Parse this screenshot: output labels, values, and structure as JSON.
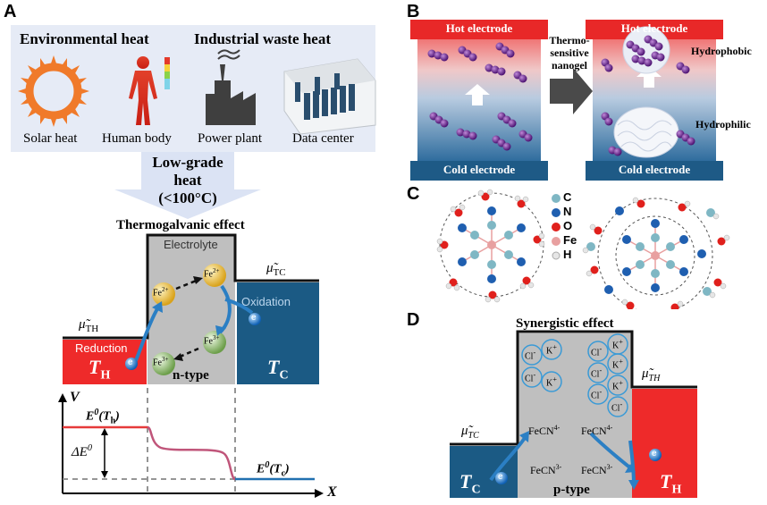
{
  "panel_a": {
    "label": "A",
    "env_heat": "Environmental heat",
    "ind_heat": "Industrial waste heat",
    "sources": [
      "Solar heat",
      "Human body",
      "Power plant",
      "Data center"
    ],
    "low_grade_1": "Low-grade",
    "low_grade_2": "heat",
    "low_grade_3": "(<100°C)",
    "effect": "Thermogalvanic effect",
    "electrolyte": "Electrolyte",
    "mu_tc": "μ̃",
    "mu_tc_sub": "TC",
    "mu_th": "μ̃",
    "mu_th_sub": "TH",
    "oxidation": "Oxidation",
    "reduction": "Reduction",
    "th": "T",
    "th_sub": "H",
    "tc": "T",
    "tc_sub": "C",
    "ntype": "n-type",
    "ions": [
      "Fe",
      "Fe",
      "Fe",
      "Fe"
    ],
    "ion_charges": [
      "2+",
      "2+",
      "3+",
      "3+"
    ],
    "electron": "e",
    "v_axis": "V",
    "x_axis": "X",
    "e0_th": "E",
    "e0_th_sup": "0",
    "e0_th_arg": "(T",
    "e0_th_arg_sub": "h",
    "e0_tc": "E",
    "e0_tc_sup": "0",
    "e0_tc_arg": "(T",
    "e0_tc_arg_sub": "c",
    "delta_e": "ΔE",
    "delta_e_sup": "0"
  },
  "panel_b": {
    "label": "B",
    "hot": "Hot electrode",
    "cold": "Cold electrode",
    "arrow_1": "Thermo-",
    "arrow_2": "sensitive",
    "arrow_3": "nanogel",
    "hydrophobic": "Hydrophobic",
    "hydrophilic": "Hydrophilic"
  },
  "panel_c": {
    "label": "C",
    "legend": [
      "C",
      "N",
      "O",
      "Fe",
      "H"
    ],
    "colors": [
      "#7fb7c4",
      "#1f5fb0",
      "#e0201c",
      "#e8a0a0",
      "#e6e6e6"
    ]
  },
  "panel_d": {
    "label": "D",
    "effect": "Synergistic effect",
    "mu_tc": "μ̃",
    "mu_tc_sub": "TC",
    "mu_th": "μ̃",
    "mu_th_sub": "TH",
    "tc": "T",
    "tc_sub": "C",
    "th": "T",
    "th_sub": "H",
    "ptype": "p-type",
    "fecn4": "FeCN",
    "fecn4_sup": "4-",
    "fecn3": "FeCN",
    "fecn3_sup": "3-",
    "cl": "Cl",
    "cl_sup": "-",
    "k": "K",
    "k_sup": "+",
    "electron": "e"
  }
}
